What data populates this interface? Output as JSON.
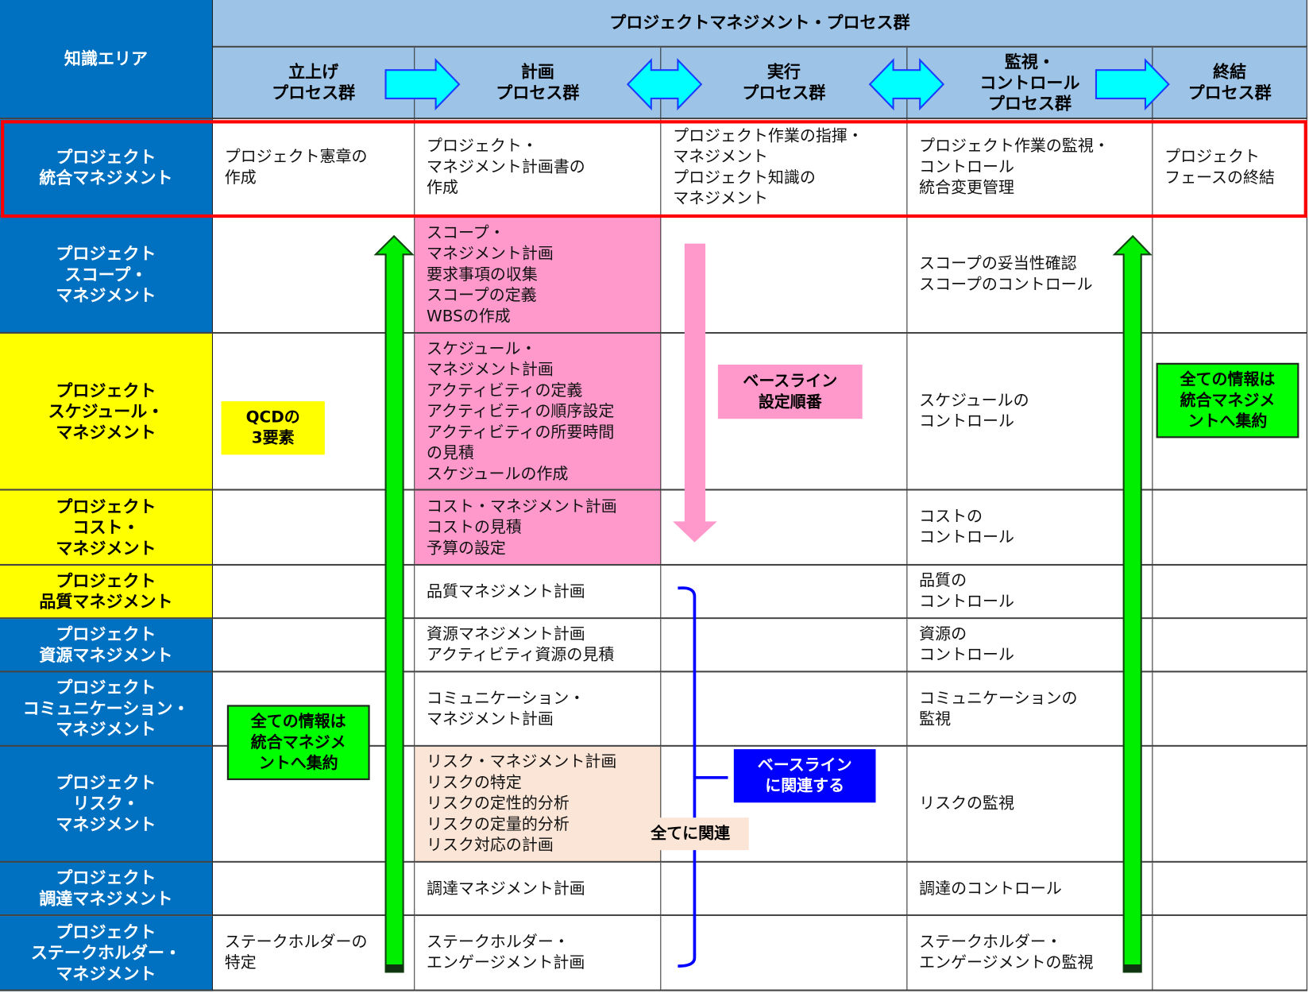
{
  "header": {
    "knowledge_area_label": "知識エリア",
    "process_groups_title": "プロジェクトマネジメント・プロセス群",
    "process_groups": [
      "立上げ\nプロセス群",
      "計画\nプロセス群",
      "実行\nプロセス群",
      "監視・\nコントロール\nプロセス群",
      "終結\nプロセス群"
    ]
  },
  "rows": [
    {
      "label": "プロジェクト\n統合マネジメント",
      "color": "blue",
      "cells": [
        "プロジェクト憲章の\n作成",
        "プロジェクト・\nマネジメント計画書の\n作成",
        "プロジェクト作業の指揮・\nマネジメント\nプロジェクト知識の\nマネジメント",
        "プロジェクト作業の監視・\nコントロール\n統合変更管理",
        "プロジェクト\nフェースの終結"
      ]
    },
    {
      "label": "プロジェクト\nスコープ・\nマネジメント",
      "color": "blue",
      "cells": [
        "",
        "スコープ・\nマネジメント計画\n要求事項の収集\nスコープの定義\nWBSの作成",
        "",
        "スコープの妥当性確認\nスコープのコントロール",
        ""
      ]
    },
    {
      "label": "プロジェクト\nスケジュール・\nマネジメント",
      "color": "yellow",
      "cells": [
        "",
        "スケジュール・\nマネジメント計画\nアクティビティの定義\nアクティビティの順序設定\nアクティビティの所要時間\nの見積\nスケジュールの作成",
        "",
        "スケジュールの\nコントロール",
        ""
      ]
    },
    {
      "label": "プロジェクト\nコスト・\nマネジメント",
      "color": "yellow",
      "cells": [
        "",
        "コスト・マネジメント計画\nコストの見積\n予算の設定",
        "",
        "コストの\nコントロール",
        ""
      ]
    },
    {
      "label": "プロジェクト\n品質マネジメント",
      "color": "yellow",
      "cells": [
        "",
        "品質マネジメント計画",
        "",
        "品質の\nコントロール",
        ""
      ]
    },
    {
      "label": "プロジェクト\n資源マネジメント",
      "color": "blue",
      "cells": [
        "",
        "資源マネジメント計画\nアクティビティ資源の見積",
        "",
        "資源の\nコントロール",
        ""
      ]
    },
    {
      "label": "プロジェクト\nコミュニケーション・\nマネジメント",
      "color": "blue",
      "cells": [
        "",
        "コミュニケーション・\nマネジメント計画",
        "",
        "コミュニケーションの\n監視",
        ""
      ]
    },
    {
      "label": "プロジェクト\nリスク・\nマネジメント",
      "color": "blue",
      "cells": [
        "",
        "リスク・マネジメント計画\nリスクの特定\nリスクの定性的分析\nリスクの定量的分析\nリスク対応の計画",
        "",
        "リスクの監視",
        ""
      ]
    },
    {
      "label": "プロジェクト\n調達マネジメント",
      "color": "blue",
      "cells": [
        "",
        "調達マネジメント計画",
        "",
        "調達のコントロール",
        ""
      ]
    },
    {
      "label": "プロジェクト\nステークホルダー・\nマネジメント",
      "color": "blue",
      "cells": [
        "ステークホルダーの\n特定",
        "ステークホルダー・\nエンゲージメント計画",
        "",
        "ステークホルダー・\nエンゲージメントの監視",
        ""
      ]
    }
  ],
  "annotations": {
    "qcd": "QCDの\n3要素",
    "baseline_order": "ベースライン\n設定順番",
    "aggregate_left": "全ての情報は\n統合マネジメ\nントへ集約",
    "aggregate_right": "全ての情報は\n統合マネジメ\nントへ集約",
    "baseline_related": "ベースライン\nに関連する",
    "all_related": "全てに関連"
  },
  "colors": {
    "blue": "#0070c0",
    "yellow": "#ffff00",
    "header": "#9dc3e6",
    "pink": "#ff99cc",
    "peach": "#fbe5d6",
    "green": "#00ff00",
    "cyan": "#00ffff",
    "red": "#ff0000",
    "bracket": "#0000ff"
  }
}
